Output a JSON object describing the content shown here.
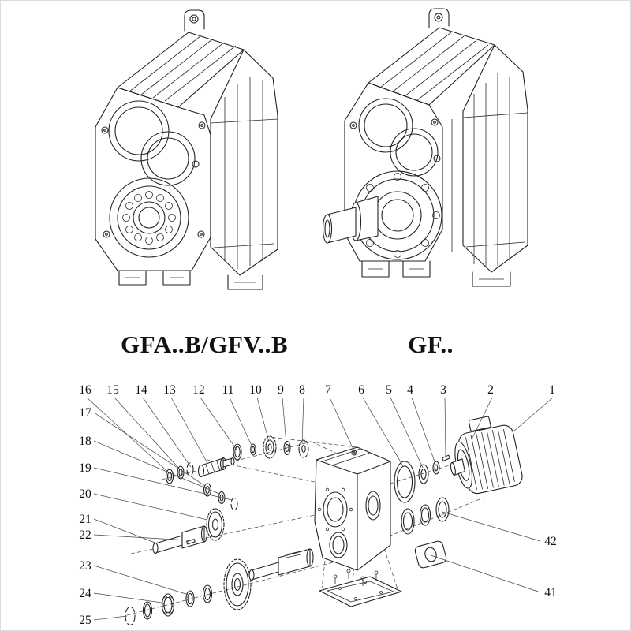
{
  "meta": {
    "background": "#ffffff",
    "line_color": "#222222",
    "text_color": "#111111"
  },
  "models": {
    "left": {
      "label": "GFA..B/GFV..B"
    },
    "right": {
      "label": "GF.."
    }
  },
  "exploded": {
    "top_callouts": [
      "16",
      "15",
      "14",
      "13",
      "12",
      "11",
      "10",
      "9",
      "8",
      "7",
      "6",
      "5",
      "4",
      "3",
      "2",
      "1"
    ],
    "left_callouts": [
      "17",
      "18",
      "19",
      "20",
      "21",
      "22",
      "23",
      "24",
      "25"
    ],
    "right_callouts": [
      "42",
      "41"
    ]
  }
}
